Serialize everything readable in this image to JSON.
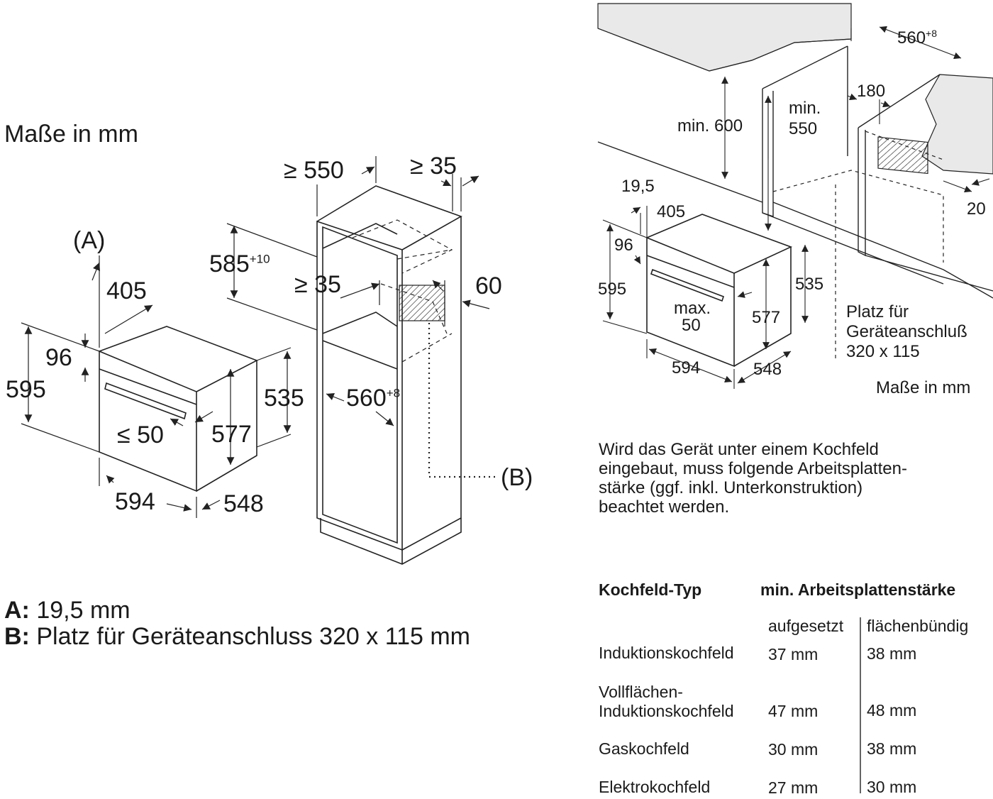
{
  "title": "Maße in mm",
  "left_oven": {
    "label_a": "(A)",
    "d405": "405",
    "d96": "96",
    "d595": "595",
    "d50": "≤ 50",
    "d577": "577",
    "d535": "535",
    "d594": "594",
    "d548": "548"
  },
  "cabinet": {
    "d550": "≥ 550",
    "d35_top": "≥ 35",
    "d585": "585",
    "d585_sup": "+10",
    "d35_mid": "≥ 35",
    "d60": "60",
    "d560": "560",
    "d560_sup": "+8",
    "label_b": "(B)"
  },
  "legend": {
    "a_key": "A:",
    "a_text": "19,5 mm",
    "b_key": "B:",
    "b_text": "Platz für Geräteanschluss 320 x 115 mm"
  },
  "right_diagram": {
    "d560": "560",
    "d560_sup": "+8",
    "d180": "180",
    "min600": "min. 600",
    "min550_l1": "min.",
    "min550_l2": "550",
    "d20": "20",
    "d19_5": "19,5",
    "d405": "405",
    "d96": "96",
    "d595": "595",
    "d535": "535",
    "max50_l1": "max.",
    "max50_l2": "50",
    "d577": "577",
    "d594": "594",
    "d548": "548",
    "platz_l1": "Platz für",
    "platz_l2": "Geräteanschluß",
    "platz_l3": "320 x 115",
    "units": "Maße in mm"
  },
  "note": "Wird das Gerät unter einem Kochfeld\neingebaut, muss folgende Arbeitsplatten-\nstärke (ggf. inkl. Unterkonstruktion)\nbeachtet werden.",
  "table": {
    "col1_header": "Kochfeld-Typ",
    "col2_header": "min. Arbeitsplattenstärke",
    "sub_left": "aufgesetzt",
    "sub_right": "flächenbündig",
    "rows": [
      {
        "type": "Induktionskochfeld",
        "aufgesetzt": "37 mm",
        "flaechenbuendig": "38 mm"
      },
      {
        "type": "Vollflächen-\nInduktionskochfeld",
        "aufgesetzt": "47 mm",
        "flaechenbuendig": "48 mm"
      },
      {
        "type": "Gaskochfeld",
        "aufgesetzt": "30 mm",
        "flaechenbuendig": "38 mm"
      },
      {
        "type": "Elektrokochfeld",
        "aufgesetzt": "27 mm",
        "flaechenbuendig": "30 mm"
      }
    ]
  }
}
